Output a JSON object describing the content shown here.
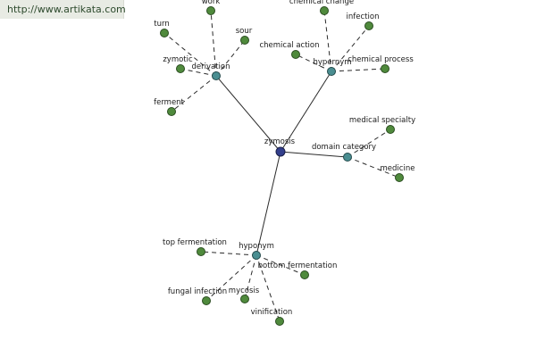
{
  "source": {
    "text": "http://www.artikata.com"
  },
  "graph": {
    "center": {
      "label": "zymosis"
    },
    "relations": [
      {
        "id": "derivation",
        "label": "derivation",
        "leaves": [
          "work",
          "turn",
          "sour",
          "zymotic",
          "ferment"
        ]
      },
      {
        "id": "hypernym",
        "label": "hypernym",
        "leaves": [
          "chemical change",
          "infection",
          "chemical action",
          "chemical process"
        ]
      },
      {
        "id": "domain-category",
        "label": "domain category",
        "leaves": [
          "medical specialty",
          "medicine"
        ]
      },
      {
        "id": "hyponym",
        "label": "hyponym",
        "leaves": [
          "top fermentation",
          "bottom fermentation",
          "fungal infection",
          "mycosis",
          "vinification"
        ]
      }
    ]
  }
}
